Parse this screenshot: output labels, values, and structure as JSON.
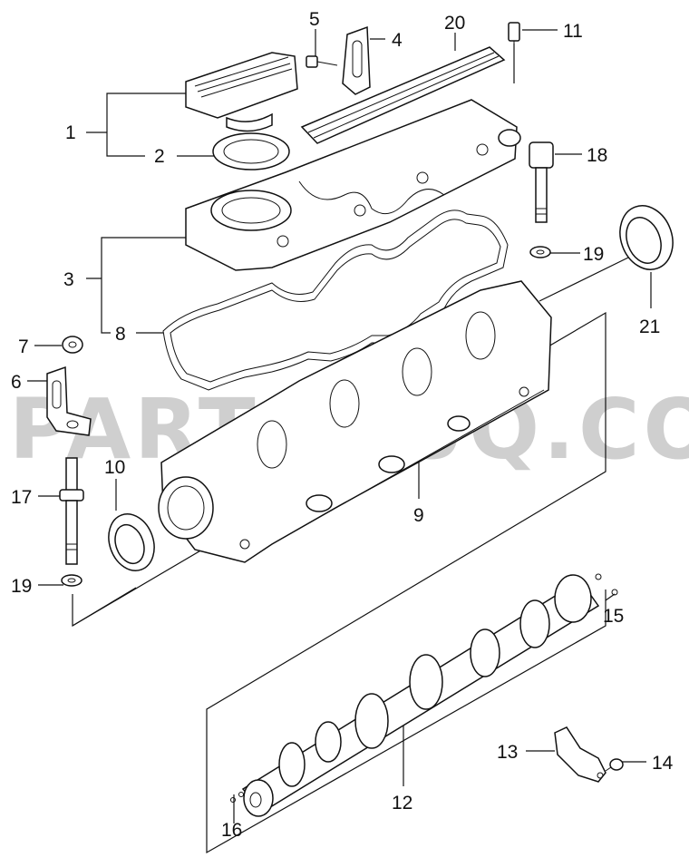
{
  "watermark": "PARTSOUQ.COM",
  "callouts": {
    "c1": "1",
    "c2": "2",
    "c3": "3",
    "c4": "4",
    "c5": "5",
    "c6": "6",
    "c7": "7",
    "c8": "8",
    "c9": "9",
    "c10": "10",
    "c11": "11",
    "c12": "12",
    "c13": "13",
    "c14": "14",
    "c15": "15",
    "c16": "16",
    "c17": "17",
    "c18": "18",
    "c19a": "19",
    "c19b": "19",
    "c20": "20",
    "c21": "21"
  }
}
